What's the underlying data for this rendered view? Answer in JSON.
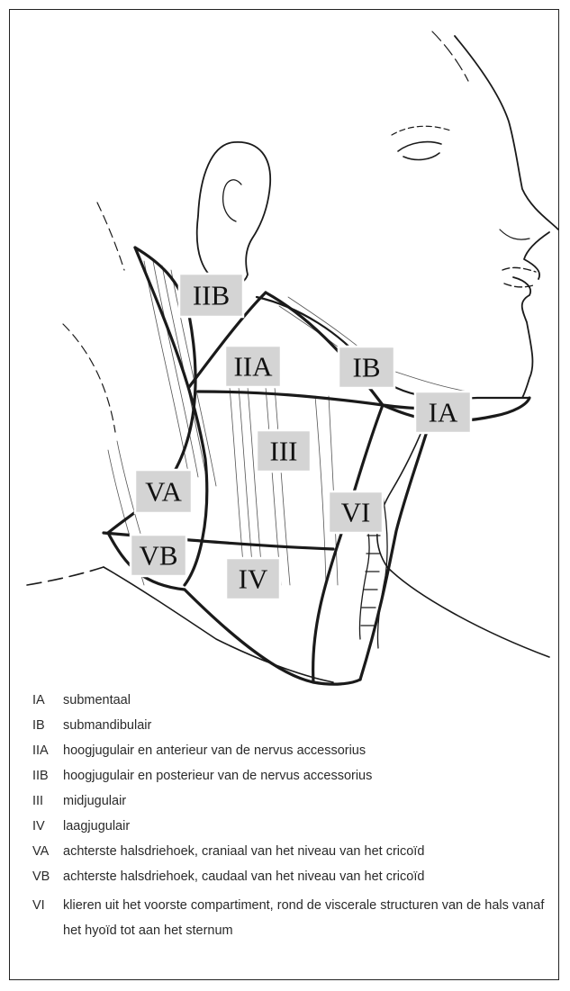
{
  "diagram": {
    "zones": [
      {
        "code": "IIB"
      },
      {
        "code": "IIA"
      },
      {
        "code": "IB"
      },
      {
        "code": "IA"
      },
      {
        "code": "III"
      },
      {
        "code": "VA"
      },
      {
        "code": "VI"
      },
      {
        "code": "VB"
      },
      {
        "code": "IV"
      }
    ]
  },
  "legend": {
    "items": [
      {
        "code": "IA",
        "description": "submentaal"
      },
      {
        "code": "IB",
        "description": "submandibulair"
      },
      {
        "code": "IIA",
        "description": "hoogjugulair en anterieur van de nervus accessorius"
      },
      {
        "code": "IIB",
        "description": "hoogjugulair en posterieur van de nervus accessorius"
      },
      {
        "code": "III",
        "description": "midjugulair"
      },
      {
        "code": "IV",
        "description": "laagjugulair"
      },
      {
        "code": "VA",
        "description": "achterste halsdriehoek, craniaal van het niveau van het cricoïd"
      },
      {
        "code": "VB",
        "description": "achterste halsdriehoek, caudaal van het niveau van het cricoïd"
      },
      {
        "code": "VI",
        "description": "klieren uit het voorste compartiment, rond de viscerale structuren van de hals vanaf het hyoïd tot aan het sternum"
      }
    ]
  }
}
